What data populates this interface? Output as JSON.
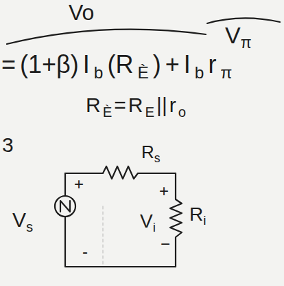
{
  "diagram": {
    "labels": [
      "Vo",
      "V",
      "π",
      "=",
      "(1+β)",
      "I",
      "b",
      "(R",
      "È",
      ")",
      "+",
      "I",
      "b",
      "r",
      "π",
      "R",
      "È",
      "=",
      "R",
      "E",
      "||",
      "r",
      "o",
      "3",
      "R",
      "s",
      "+",
      "+",
      "V",
      "s",
      "V",
      "i",
      "R",
      "i",
      "−",
      "-"
    ]
  }
}
